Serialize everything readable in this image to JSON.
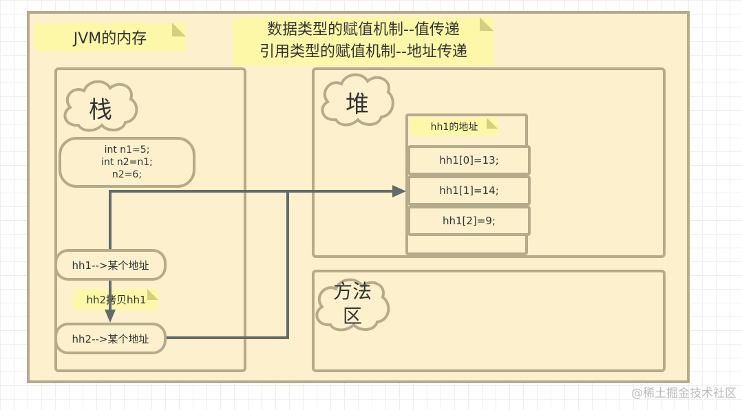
{
  "title_note": "JVM的内存",
  "mechanism_note": {
    "line1": "数据类型的赋值机制--值传递",
    "line2": "引用类型的赋值机制--地址传递"
  },
  "stack": {
    "label": "栈",
    "code": {
      "line1": "int n1=5;",
      "line2": "int n2=n1;",
      "line3": "n2=6;"
    },
    "hh1_ref": "hh1-->某个地址",
    "copy_note": "hh2拷贝hh1",
    "hh2_ref": "hh2-->某个地址"
  },
  "heap": {
    "label": "堆",
    "address_note": "hh1的地址",
    "cells": [
      "hh1[0]=13;",
      "hh1[1]=14;",
      "hh1[2]=9;"
    ]
  },
  "method_area": {
    "label_line1": "方法",
    "label_line2": "区"
  },
  "watermark": "@稀土掘金技术社区",
  "colors": {
    "background": "#fcf1cc",
    "border": "#b5aa8a",
    "note": "#fdf8a8",
    "arrow": "#5f6b6d"
  }
}
